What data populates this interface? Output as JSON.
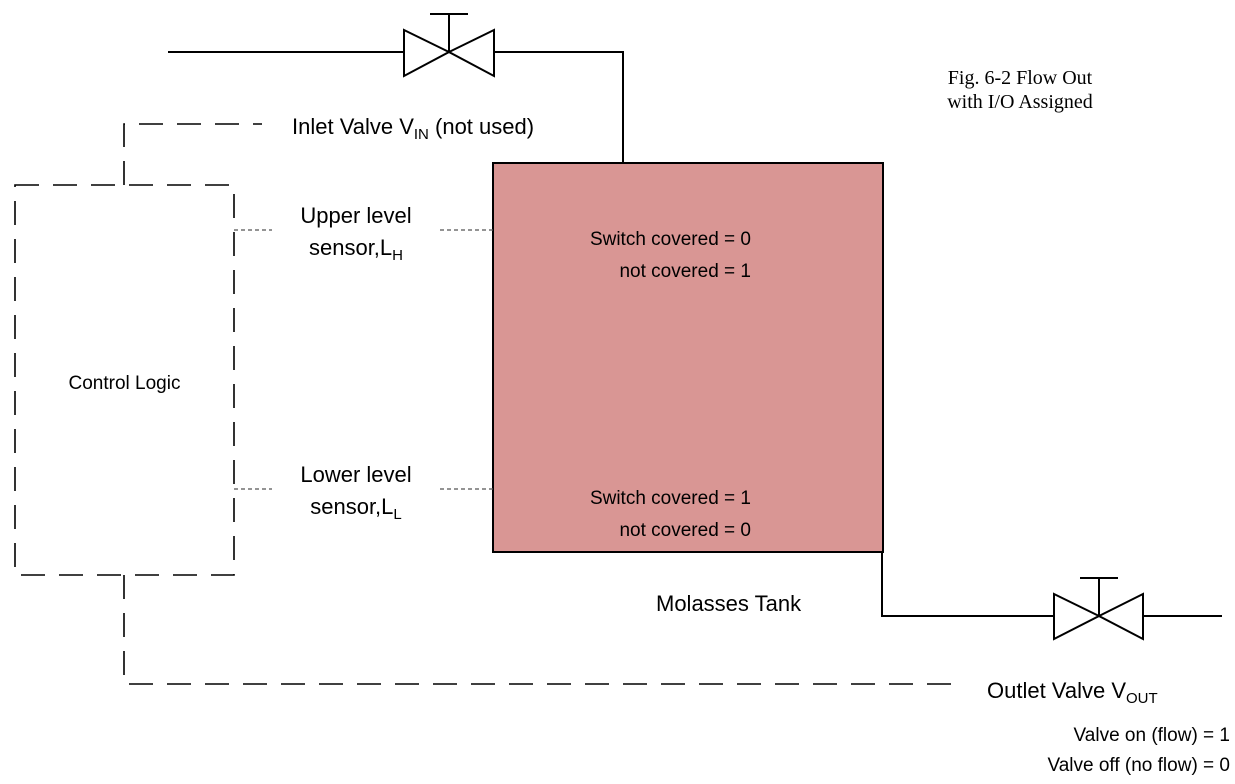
{
  "figure_caption": {
    "line1": "Fig. 6-2  Flow Out",
    "line2": "with I/O Assigned"
  },
  "inlet_valve": {
    "label": "Inlet Valve V",
    "subscript": "IN",
    "note": " (not used)"
  },
  "upper_sensor": {
    "line1": "Upper level",
    "line2": "sensor,L",
    "subscript": "H",
    "switch_covered": "Switch covered = 0",
    "not_covered": "not covered = 1"
  },
  "lower_sensor": {
    "line1": "Lower level",
    "line2": "sensor,L",
    "subscript": "L",
    "switch_covered": "Switch covered = 1",
    "not_covered": "not covered = 0"
  },
  "control_logic": {
    "label": "Control Logic"
  },
  "tank": {
    "label": "Molasses Tank",
    "fill_color": "#d99694"
  },
  "outlet_valve": {
    "label": "Outlet Valve V",
    "subscript": "OUT",
    "valve_on": "Valve on (flow) = 1",
    "valve_off": "Valve off (no flow) = 0"
  }
}
